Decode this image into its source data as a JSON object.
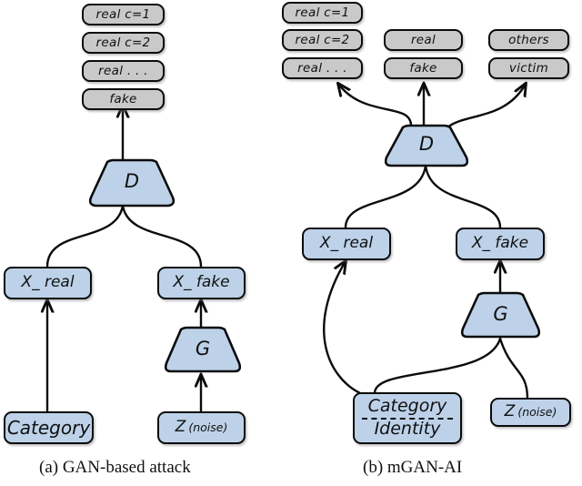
{
  "figure": {
    "panels": [
      {
        "id": "a",
        "caption": "(a) GAN-based attack",
        "nodes": {
          "out_real_c1": "real c=1",
          "out_real_c2": "real c=2",
          "out_real_dots": "real  . . .",
          "out_fake": "fake",
          "discriminator": "D",
          "x_real": "X_ real",
          "x_fake": "X_ fake",
          "generator": "G",
          "category": "Category",
          "noise_main": "Z",
          "noise_sub": "(noise)"
        }
      },
      {
        "id": "b",
        "caption": "(b) mGAN-AI",
        "nodes": {
          "out_real_c1": "real c=1",
          "out_real_c2": "real c=2",
          "out_real_dots": "real  . . .",
          "out_real": "real",
          "out_fake": "fake",
          "out_others": "others",
          "out_victim": "victim",
          "discriminator": "D",
          "x_real": "X_ real",
          "x_fake": "X_ fake",
          "generator": "G",
          "category": "Category",
          "identity": "Identity",
          "noise_main": "Z",
          "noise_sub": "(noise)"
        }
      }
    ]
  },
  "colors": {
    "gray_fill": "#c9c9c9",
    "blue_fill": "#bdd2e9",
    "stroke": "#0b0b0b",
    "background": "#ffffff"
  }
}
